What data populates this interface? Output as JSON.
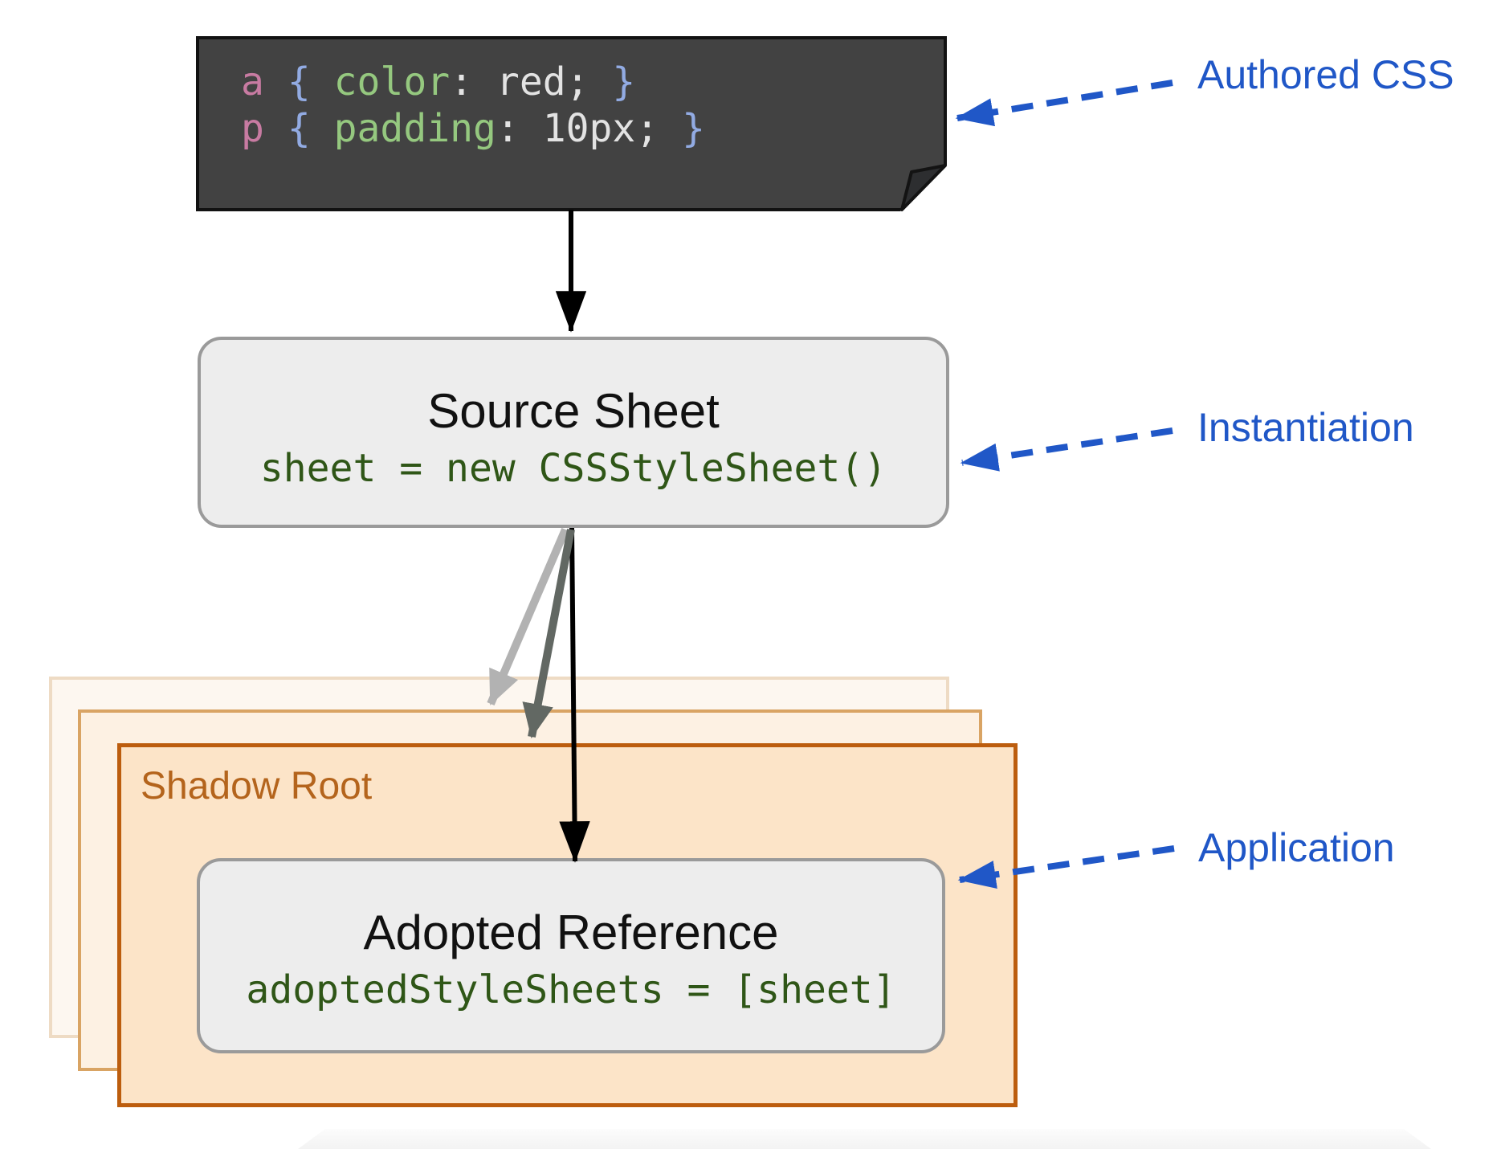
{
  "authored_css_note": {
    "lines": [
      {
        "tokens": [
          {
            "t": "a",
            "c": "selector"
          },
          {
            "t": " ",
            "c": "plain"
          },
          {
            "t": "{",
            "c": "brace"
          },
          {
            "t": " ",
            "c": "plain"
          },
          {
            "t": "color",
            "c": "property"
          },
          {
            "t": ": red; ",
            "c": "plain"
          },
          {
            "t": "}",
            "c": "brace"
          }
        ]
      },
      {
        "tokens": [
          {
            "t": "p",
            "c": "selector"
          },
          {
            "t": " ",
            "c": "plain"
          },
          {
            "t": "{",
            "c": "brace"
          },
          {
            "t": " ",
            "c": "plain"
          },
          {
            "t": "padding",
            "c": "property"
          },
          {
            "t": ": 10px; ",
            "c": "plain"
          },
          {
            "t": "}",
            "c": "brace"
          }
        ]
      }
    ]
  },
  "source_sheet": {
    "title": "Source Sheet",
    "code": "sheet = new CSSStyleSheet()"
  },
  "shadow_root": {
    "label": "Shadow Root"
  },
  "adopted_reference": {
    "title": "Adopted Reference",
    "code": "adoptedStyleSheets = [sheet]"
  },
  "annotations": {
    "authored": "Authored CSS",
    "instantiation": "Instantiation",
    "application": "Application"
  },
  "colors": {
    "annotation_blue": "#2057c7",
    "note_background": "#424242",
    "token_selector_pink": "#c87ba2",
    "token_brace_blue": "#92abe3",
    "token_property_green": "#95c87f",
    "token_plain_white": "#e3e3e3",
    "code_green": "#2f5617",
    "pill_fill": "#ededed",
    "pill_border": "#9a9a9a",
    "shadow_border_orange": "#bc5d0e",
    "shadow_fill_peach": "#fce4c8",
    "shadow_label_orange": "#b4641c",
    "arrow_black": "#000000",
    "arrow_gray_light": "#b2b2b2",
    "arrow_gray_dark": "#626863"
  }
}
